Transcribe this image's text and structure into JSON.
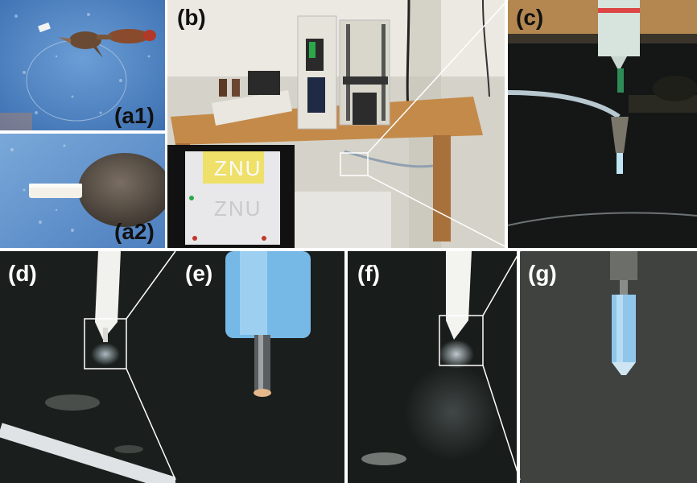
{
  "figure": {
    "panels": [
      {
        "id": "a1",
        "label": "(a1)"
      },
      {
        "id": "a2",
        "label": "(a2)"
      },
      {
        "id": "b",
        "label": "(b)"
      },
      {
        "id": "c",
        "label": "(c)"
      },
      {
        "id": "d",
        "label": "(d)"
      },
      {
        "id": "e",
        "label": "(e)"
      },
      {
        "id": "f",
        "label": "(f)"
      },
      {
        "id": "g",
        "label": "(g)"
      }
    ],
    "inset_text": "ZNU",
    "colors": {
      "blue_substrate": "#4f86c6",
      "table_wood": "#c68a48",
      "dark_background": "#141716",
      "tubing_blue": "#6fb3e4",
      "zoom_line": "#ffffff"
    }
  }
}
